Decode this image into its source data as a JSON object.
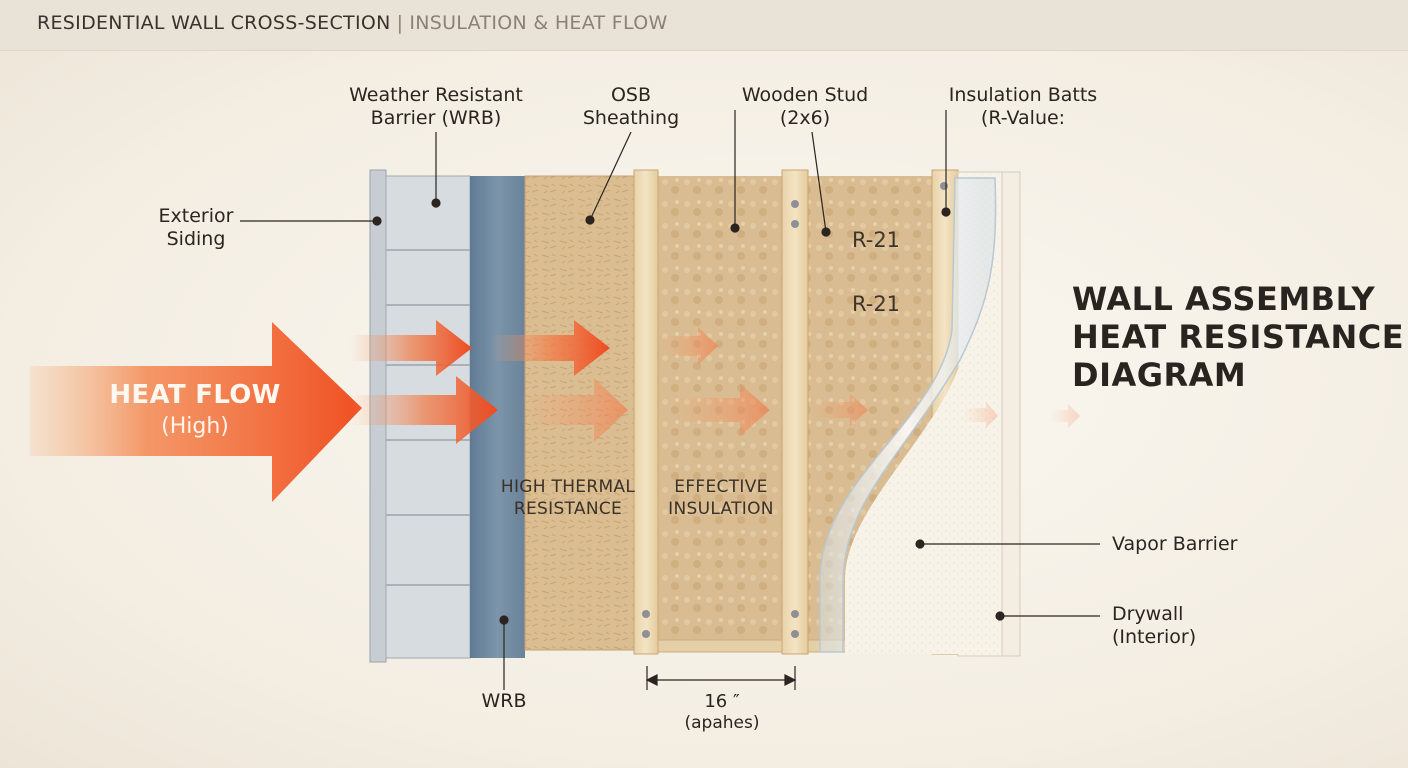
{
  "header": {
    "title": "RESIDENTIAL WALL CROSS-SECTION",
    "separator": "|",
    "subtitle": "INSULATION & HEAT FLOW"
  },
  "labels": {
    "wrb_top_line1": "Weather Resistant",
    "wrb_top_line2": "Barrier (WRB)",
    "osb_line1": "OSB",
    "osb_line2": "Sheathing",
    "stud_line1": "Wooden Stud",
    "stud_line2": "(2x6)",
    "batts_line1": "Insulation Batts",
    "batts_line2": "(R-Value:",
    "siding_line1": "Exterior",
    "siding_line2": "Siding",
    "wrb_bottom": "WRB",
    "vapor_barrier": "Vapor Barrier",
    "drywall_line1": "Drywall",
    "drywall_line2": "(Interior)",
    "spacing_value": "16 ″",
    "spacing_unit": "(apahes)"
  },
  "heat_flow": {
    "title": "HEAT FLOW",
    "level": "(High)"
  },
  "r_values": [
    "R-21",
    "R-21"
  ],
  "overlay": {
    "high_line1": "HIGH THERMAL",
    "high_line2": "RESISTANCE",
    "effective_line1": "EFFECTIVE",
    "effective_line2": "INSULATION"
  },
  "main_title": {
    "line1": "WALL ASSEMBLY",
    "line2": "HEAT RESISTANCE",
    "line3": "DIAGRAM"
  },
  "colors": {
    "heat_arrow": "#f25c2a",
    "wrb": "#6f8aa0",
    "osb": "#d9b88c",
    "insulation": "#d8b98e",
    "stud": "#efdcb8",
    "drywall": "#f7f1e6",
    "siding": "#c9ced3"
  }
}
